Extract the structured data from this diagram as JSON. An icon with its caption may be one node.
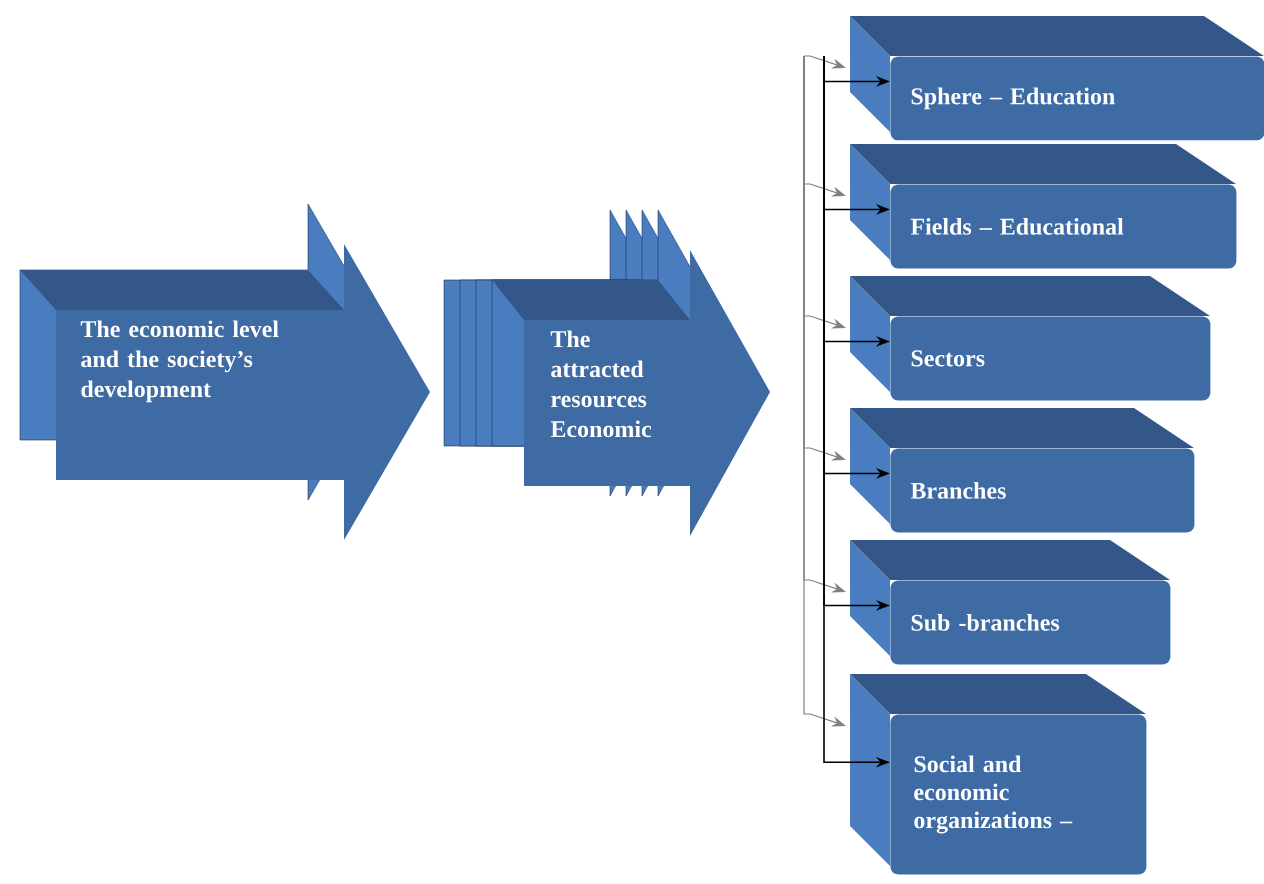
{
  "diagram": {
    "nodes": [
      {
        "text": [
          "The economic level and the society’s development"
        ]
      },
      {
        "text": [
          "The attracted resources Economic"
        ]
      },
      {
        "text": [
          "Sphere – Education"
        ]
      },
      {
        "text": [
          "Fields – Educational"
        ]
      },
      {
        "text": [
          "Sectors"
        ]
      },
      {
        "text": [
          "Branches"
        ]
      },
      {
        "text": [
          "Sub -branches"
        ]
      },
      {
        "text": [
          "Social and economic organizations –"
        ]
      }
    ],
    "edges": [
      {
        "from": null,
        "to": 2,
        "arrow": "to"
      },
      {
        "from": null,
        "to": 3,
        "arrow": "to"
      },
      {
        "from": null,
        "to": 4,
        "arrow": "to"
      },
      {
        "from": null,
        "to": 5,
        "arrow": "to"
      },
      {
        "from": null,
        "to": 6,
        "arrow": "to"
      },
      {
        "from": null,
        "to": 7,
        "arrow": "to"
      }
    ]
  }
}
